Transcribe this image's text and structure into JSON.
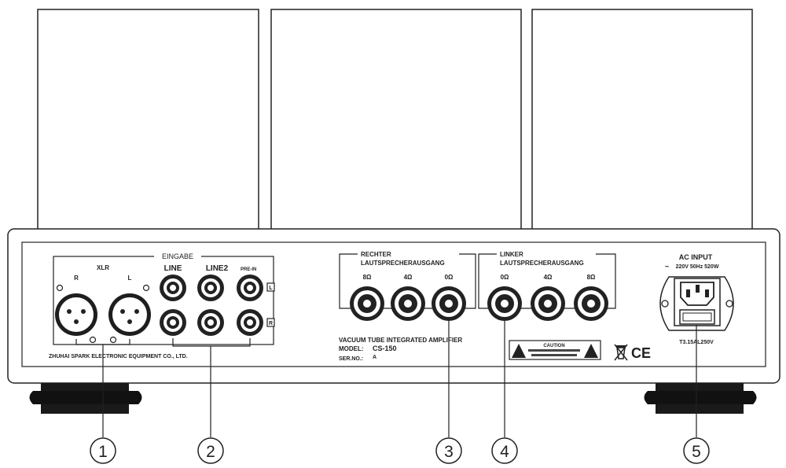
{
  "panel": {
    "input_group_label": "EINGABE",
    "xlr_label": "XLR",
    "xlr_r": "R",
    "xlr_l": "L",
    "line_label": "LINE",
    "line2_label": "LINE2",
    "pre_in_label": "PRE-IN",
    "channel_l": "L",
    "channel_r": "R",
    "manufacturer": "ZHUHAI SPARK ELECTRONIC EQUIPMENT CO., LTD.",
    "right_speaker": {
      "line1": "RECHTER",
      "line2": "LAUTSPRECHERAUSGANG",
      "taps": [
        "8Ω",
        "4Ω",
        "0Ω"
      ]
    },
    "left_speaker": {
      "line1": "LINKER",
      "line2": "LAUTSPRECHERAUSGANG",
      "taps": [
        "0Ω",
        "4Ω",
        "8Ω"
      ]
    },
    "product": "VACUUM TUBE INTEGRATED AMPLIFIER",
    "model_label": "MODEL:",
    "model_value": "CS-150",
    "serial_label": "SER.NO.:",
    "serial_value": "A",
    "caution": "CAUTION",
    "ce_mark": "CE",
    "ac_input_title": "AC INPUT",
    "ac_input_spec": "220V 50Hz 520W",
    "ac_symbol": "~",
    "fuse_label": "T3.15AL250V"
  },
  "callouts": [
    "1",
    "2",
    "3",
    "4",
    "5"
  ]
}
